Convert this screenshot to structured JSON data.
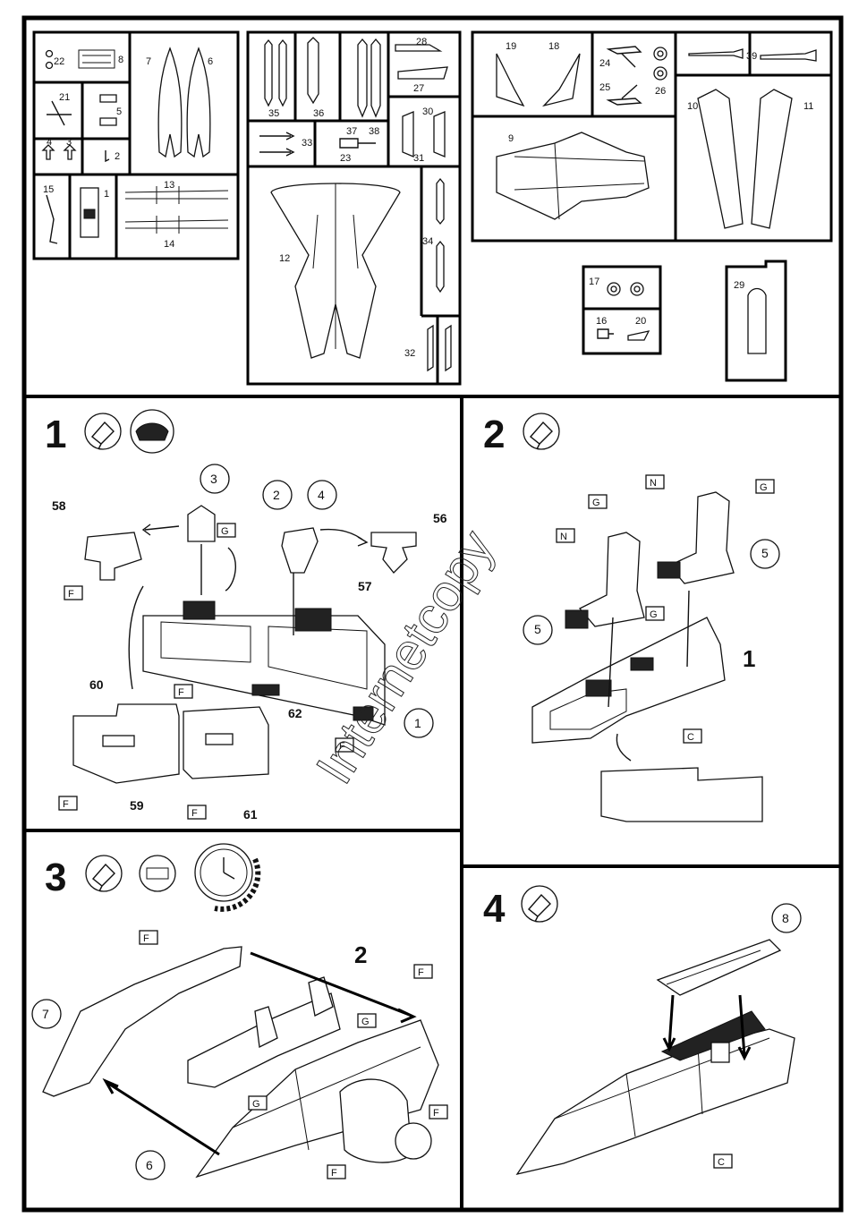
{
  "sprue": {
    "a_labels": [
      "22",
      "8",
      "7",
      "6",
      "21",
      "5",
      "4",
      "3",
      "2",
      "15",
      "1",
      "13",
      "14"
    ],
    "b_labels": [
      "28",
      "27",
      "35",
      "36",
      "37",
      "38",
      "33",
      "23",
      "30",
      "31",
      "12",
      "34",
      "32"
    ],
    "c_labels": [
      "19",
      "18",
      "24",
      "25",
      "26",
      "39",
      "9",
      "10",
      "11"
    ],
    "d_labels": [
      "17",
      "16",
      "20"
    ],
    "e_labels": [
      "29"
    ]
  },
  "steps": [
    {
      "number": "1",
      "parts": [
        "3",
        "2",
        "4",
        "58",
        "56",
        "57",
        "60",
        "62",
        "59",
        "61",
        "1"
      ],
      "color_tags": [
        "G",
        "F",
        "F",
        "F",
        "F",
        "F"
      ]
    },
    {
      "number": "2",
      "parts": [
        "5",
        "5",
        "1"
      ],
      "color_tags": [
        "G",
        "N",
        "N",
        "G",
        "G",
        "C"
      ]
    },
    {
      "number": "3",
      "parts": [
        "2",
        "7",
        "6"
      ],
      "color_tags": [
        "F",
        "F",
        "G",
        "G",
        "F",
        "F"
      ]
    },
    {
      "number": "4",
      "parts": [
        "8"
      ],
      "color_tags": [
        "C"
      ]
    }
  ],
  "watermark": "Internetcopy"
}
